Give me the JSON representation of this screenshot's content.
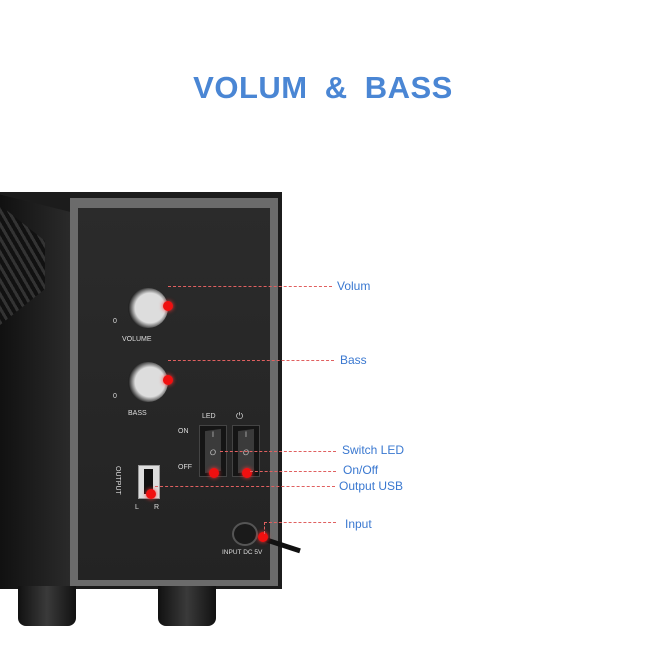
{
  "title": "VOLUM  &  BASS",
  "panel_labels": {
    "volume": "VOLUME",
    "bass": "BASS",
    "zero_mark": "0",
    "led": "LED",
    "power_symbol": "⏻",
    "on": "ON",
    "off": "OFF",
    "switch_on_mark": "I",
    "switch_off_mark": "O",
    "output": "OUTPUT",
    "left": "L",
    "right": "R",
    "input": "INPUT DC 5V"
  },
  "callouts": [
    "Volum",
    "Bass",
    "Switch LED",
    "On/Off",
    "Output USB",
    "Input"
  ],
  "colors": {
    "title": "#4a86d4",
    "callout_text": "#3a78d0",
    "marker": "#f01010"
  }
}
